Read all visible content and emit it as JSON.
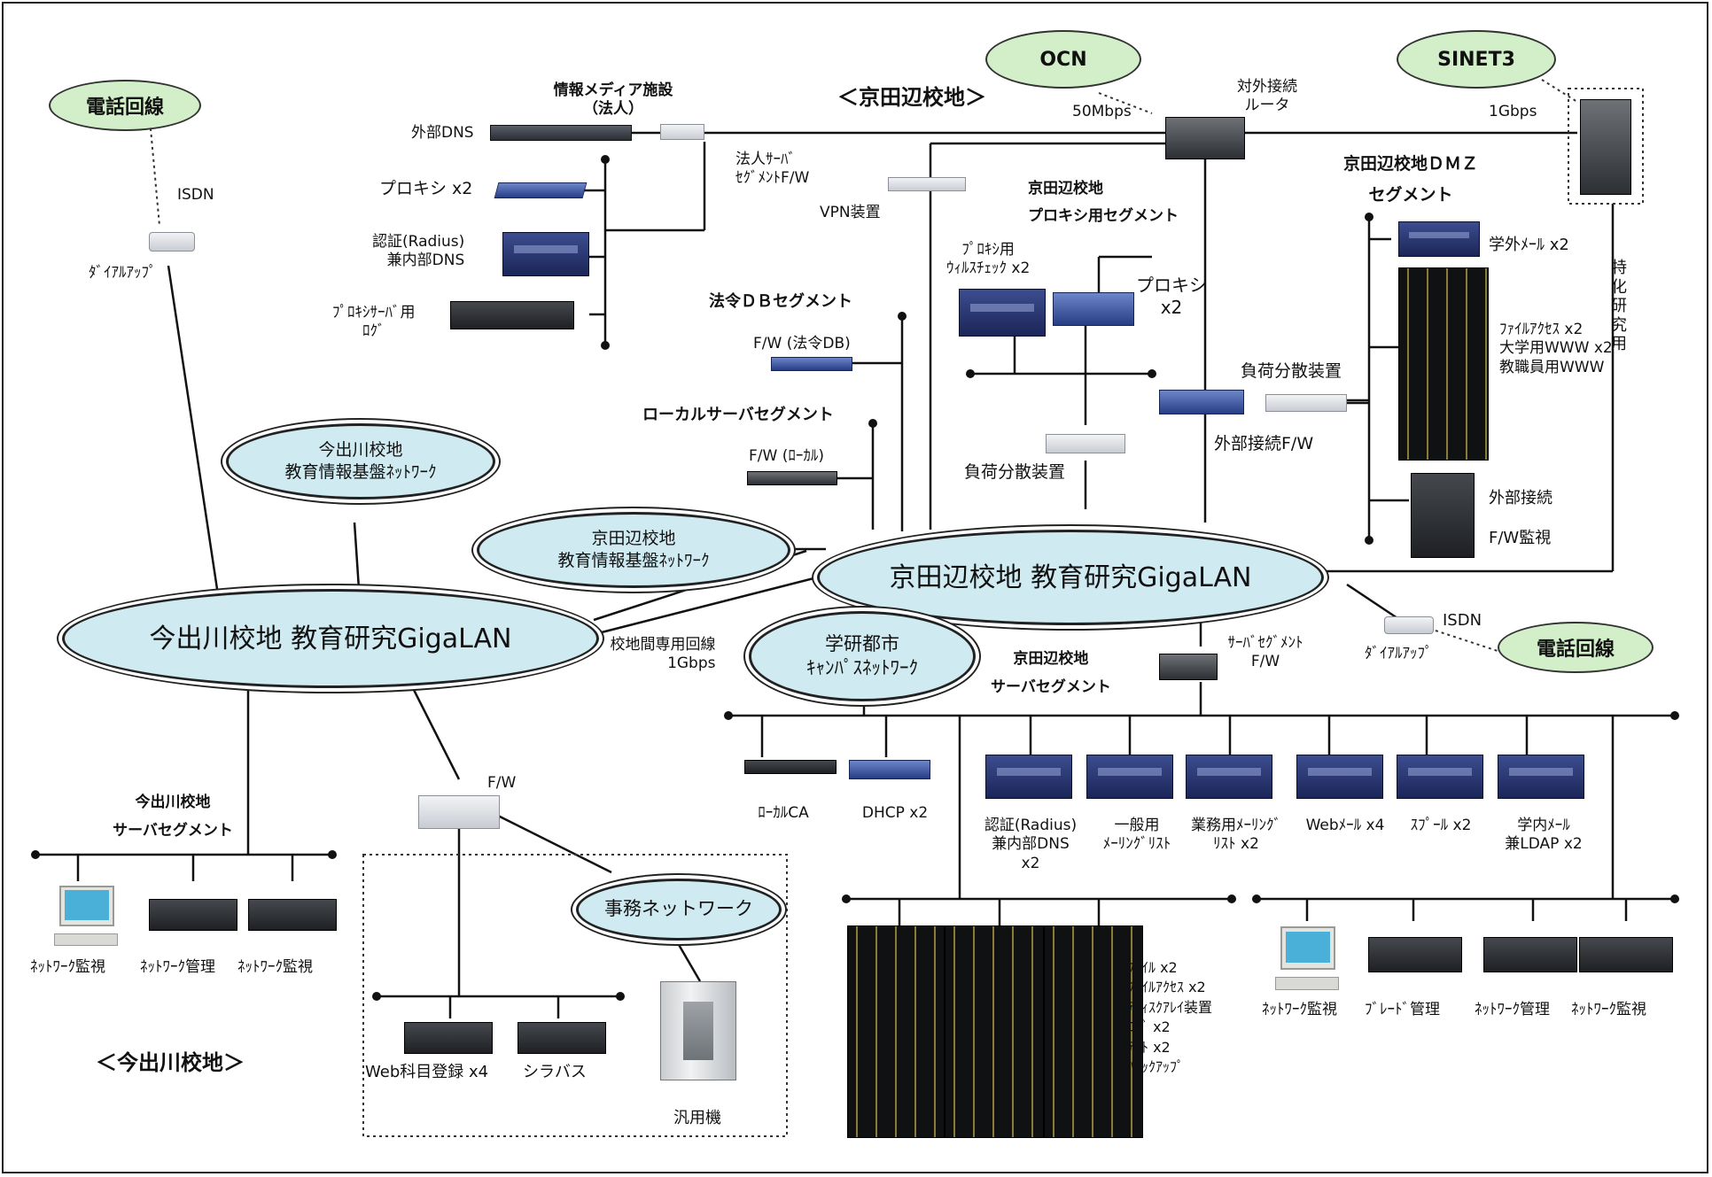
{
  "regions": {
    "kyotanabe": "＜京田辺校地＞",
    "imadegawa": "＜今出川校地＞"
  },
  "clouds": {
    "phone_left": "電話回線",
    "phone_right": "電話回線",
    "ocn": "OCN",
    "sinet": "SINET3"
  },
  "backbone": {
    "imadegawa_lan": "今出川校地 教育研究GigaLAN",
    "kyotanabe_lan": "京田辺校地 教育研究GigaLAN",
    "imadegawa_base": "今出川校地\n教育情報基盤ﾈｯﾄﾜｰｸ",
    "kyotanabe_base": "京田辺校地\n教育情報基盤ﾈｯﾄﾜｰｸ",
    "gakken": "学研都市\nｷｬﾝﾊﾟｽﾈｯﾄﾜｰｸ",
    "jimu": "事務ネットワーク",
    "interlink": "校地間専用回線\n1Gbps"
  },
  "labels": {
    "isdn_left": "ISDN",
    "dialup_left": "ﾀﾞｲｱﾙｱｯﾌﾟ",
    "isdn_right": "ISDN",
    "dialup_right": "ﾀﾞｲｱﾙｱｯﾌﾟ",
    "media_title": "情報メディア施設\n（法人）",
    "ext_dns": "外部DNS",
    "proxy2": "プロキシ x2",
    "auth_dns": "認証(Radius)\n兼内部DNS",
    "proxy_log": "ﾌﾟﾛｷｼｻｰﾊﾞ用\nﾛｸﾞ",
    "corp_fw": "法人ｻｰﾊﾞ\nｾｸﾞﾒﾝﾄF/W",
    "mbps50": "50Mbps",
    "gbps1": "1Gbps",
    "ext_router": "対外接続\nルータ",
    "vpn": "VPN装置",
    "proxy_seg_title": "京田辺校地\nプロキシ用セグメント",
    "virus_check": "ﾌﾟﾛｷｼ用\nｳｨﾙｽﾁｪｯｸ x2",
    "proxy_x2": "プロキシ\nx2",
    "lb_proxy": "負荷分散装置",
    "lb_dmz": "負荷分散装置",
    "ext_fw": "外部接続F/W",
    "dmz_title": "京田辺校地ＤＭＺ\nセグメント",
    "ext_mail": "学外ﾒｰﾙ x2",
    "file_access_dmz": "ﾌｧｲﾙｱｸｾｽ x2\n大学用WWW x2\n教職員用WWW",
    "ext_fw_monitor": "外部接続\n\nF/W監視",
    "special_research": "特\n化\n研\n究\n用",
    "law_seg": "法令ＤＢセグメント",
    "law_fw": "F/W (法令DB)",
    "local_seg": "ローカルサーバセグメント",
    "local_fw": "F/W (ﾛｰｶﾙ)",
    "server_fw": "ｻｰﾊﾞｾｸﾞﾒﾝﾄ\nF/W",
    "kt_server_seg": "京田辺校地\nサーバセグメント",
    "local_ca": "ﾛｰｶﾙCA",
    "dhcp": "DHCP x2",
    "auth_dns2": "認証(Radius)\n兼内部DNS\nx2",
    "general_ml": "一般用\nﾒｰﾘﾝｸﾞﾘｽﾄ",
    "business_ml": "業務用ﾒｰﾘﾝｸﾞ\nﾘｽﾄ x2",
    "webmail": "Webﾒｰﾙ x4",
    "spool": "ｽﾌﾟｰﾙ x2",
    "inner_mail": "学内ﾒｰﾙ\n兼LDAP x2",
    "file_list": "ﾌｧｲﾙ x2\nﾌｧｲﾙｱｸｾｽ x2\nﾃﾞｨｽｸｱﾚｲ装置\nﾛｸﾞ x2\nﾃｽﾄ x2\nﾊﾞｯｸｱｯﾌﾟ",
    "net_monitor_r": "ﾈｯﾄﾜｰｸ監視",
    "blade_mgmt": "ﾌﾞﾚｰﾄﾞ管理",
    "net_mgmt_r": "ﾈｯﾄﾜｰｸ管理",
    "net_monitor_r2": "ﾈｯﾄﾜｰｸ監視",
    "im_server_seg": "今出川校地\nサーバセグメント",
    "net_monitor_l": "ﾈｯﾄﾜｰｸ監視",
    "net_mgmt_l": "ﾈｯﾄﾜｰｸ管理",
    "net_monitor_l2": "ﾈｯﾄﾜｰｸ監視",
    "fw_jimu": "F/W",
    "web_course": "Web科目登録 x4",
    "syllabus": "シラバス",
    "mainframe": "汎用機"
  },
  "icons": [
    "server-icon",
    "router-icon",
    "firewall-icon",
    "pc-icon",
    "tower-server-icon",
    "mainframe-icon",
    "modem-icon",
    "load-balancer-icon"
  ],
  "colors": {
    "oval_fill": "#cfeaf0",
    "cloud_fill": "#d3efc9",
    "line": "#111111"
  }
}
